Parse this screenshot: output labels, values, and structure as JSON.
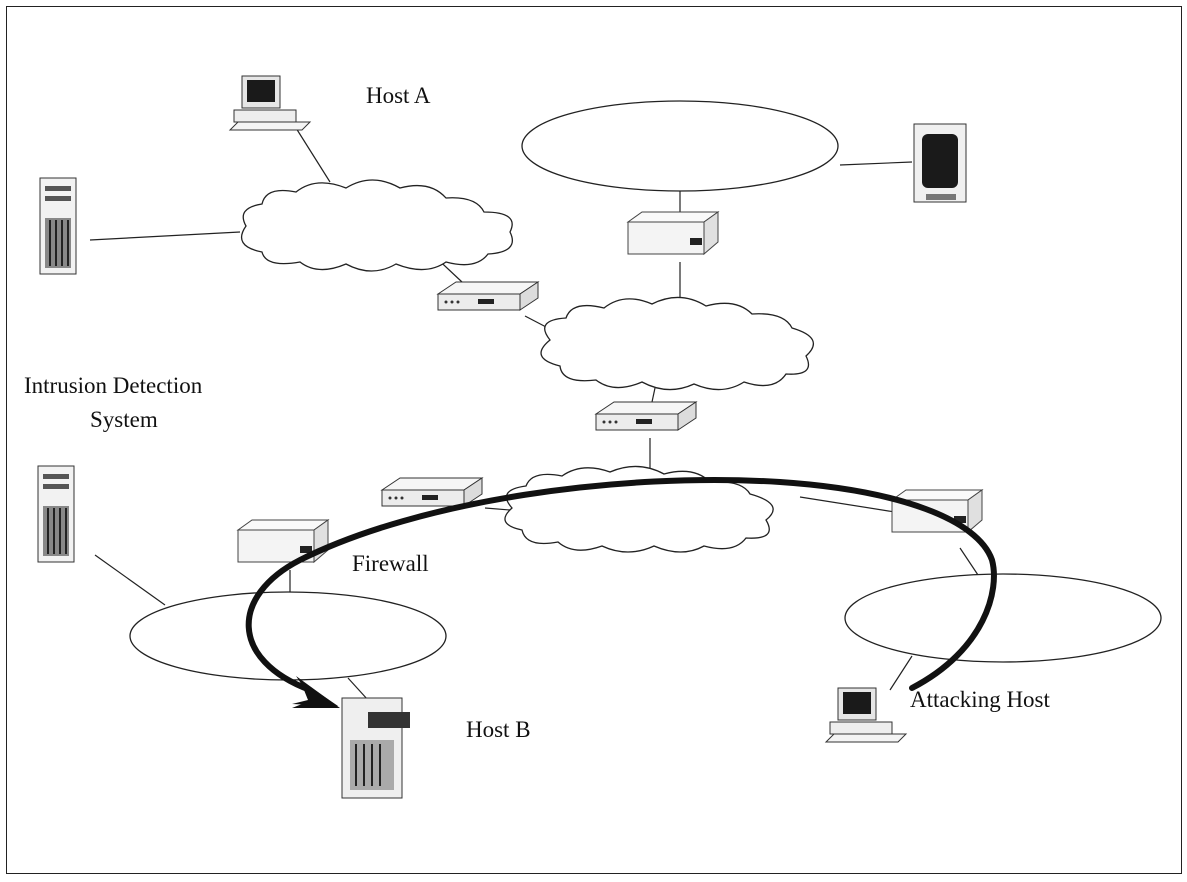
{
  "labels": {
    "host_a": "Host A",
    "ids_line1": "Intrusion Detection",
    "ids_line2": "System",
    "firewall": "Firewall",
    "host_b": "Host B",
    "attacking_host": "Attacking Host"
  },
  "icons": [
    "workstation-icon",
    "server-tower-icon",
    "handheld-device-icon",
    "router-icon",
    "firewall-icon",
    "network-cloud-icon",
    "lan-segment-icon"
  ],
  "colors": {
    "line": "#222222",
    "attack_path": "#111111",
    "device_fill": "#f2f2f2"
  }
}
